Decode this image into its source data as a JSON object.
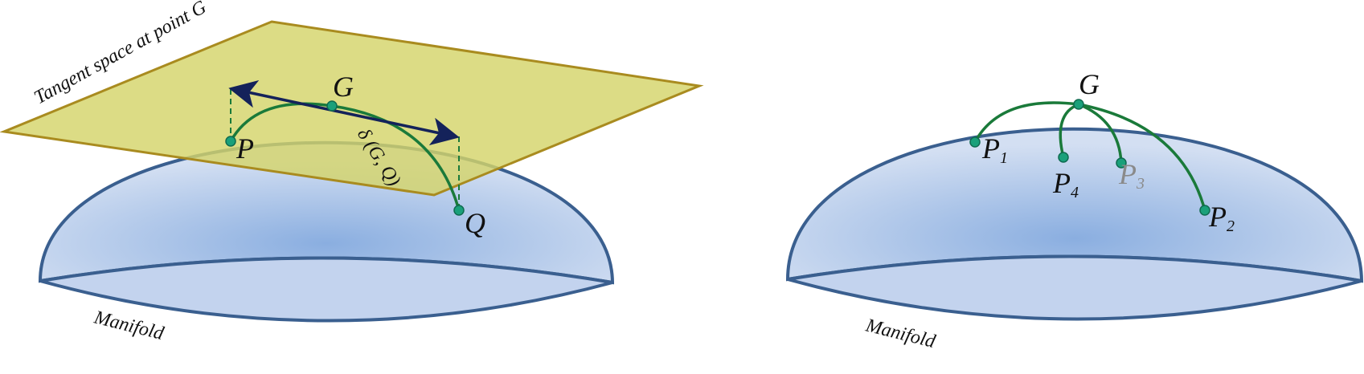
{
  "left_panel": {
    "plane_label": "Tangent space at point G",
    "manifold_label": "Manifold",
    "point_g": "G",
    "point_p": "P",
    "point_q": "Q",
    "distance_label": "δ (G, Q)"
  },
  "right_panel": {
    "manifold_label": "Manifold",
    "point_g": "G",
    "points": [
      {
        "letter": "P",
        "sub": "1"
      },
      {
        "letter": "P",
        "sub": "4"
      },
      {
        "letter": "P",
        "sub": "3"
      },
      {
        "letter": "P",
        "sub": "2"
      }
    ]
  },
  "colors": {
    "manifold_outline": "#3a5f8f",
    "manifold_fill_center": "#8aaee0",
    "manifold_fill_edge": "#d3dff2",
    "plane_fill": "#d4d46a",
    "plane_outline": "#a98b1f",
    "geodesic": "#1a7a3a",
    "point": "#1aa07a",
    "arrow": "#14225a",
    "muted_label": "#8a8a8a"
  }
}
